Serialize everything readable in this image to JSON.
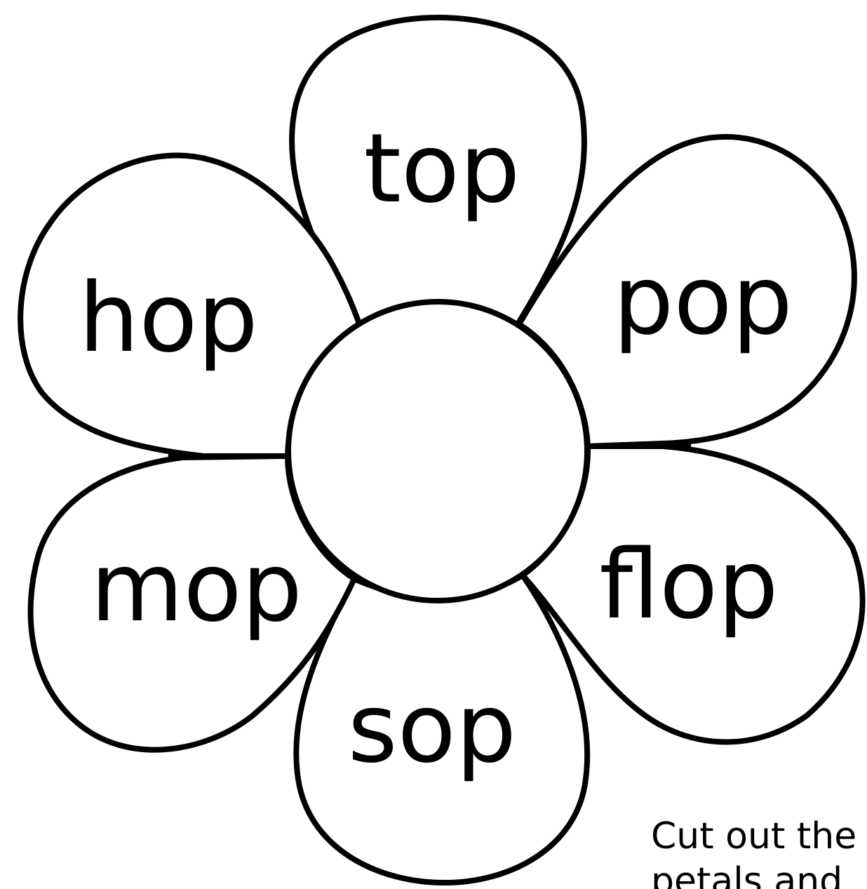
{
  "flower": {
    "center_label": "",
    "petals": {
      "top": "top",
      "upper_right": "pop",
      "lower_right": "flop",
      "bottom": "sop",
      "lower_left": "mop",
      "upper_left": "hop"
    }
  },
  "instructions": {
    "line1": "Cut out the",
    "line2": "petals and"
  }
}
